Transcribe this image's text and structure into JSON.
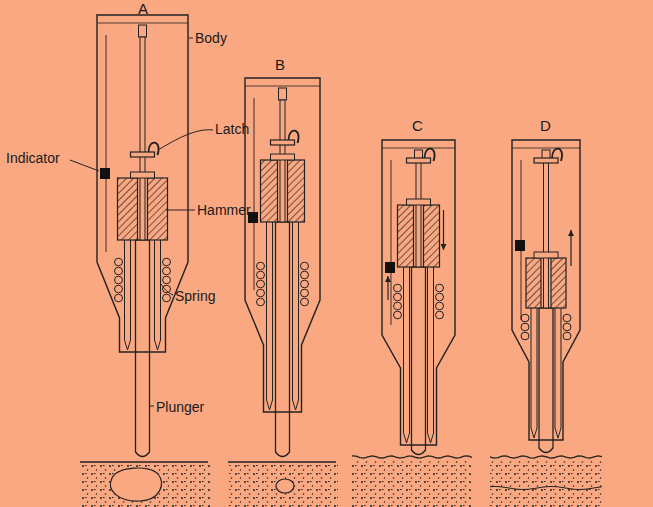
{
  "diagram": {
    "labels": [
      "A",
      "Body",
      "Latch",
      "Indicator",
      "Hammer",
      "Spring",
      "Plunger",
      "B",
      "C",
      "D"
    ]
  }
}
